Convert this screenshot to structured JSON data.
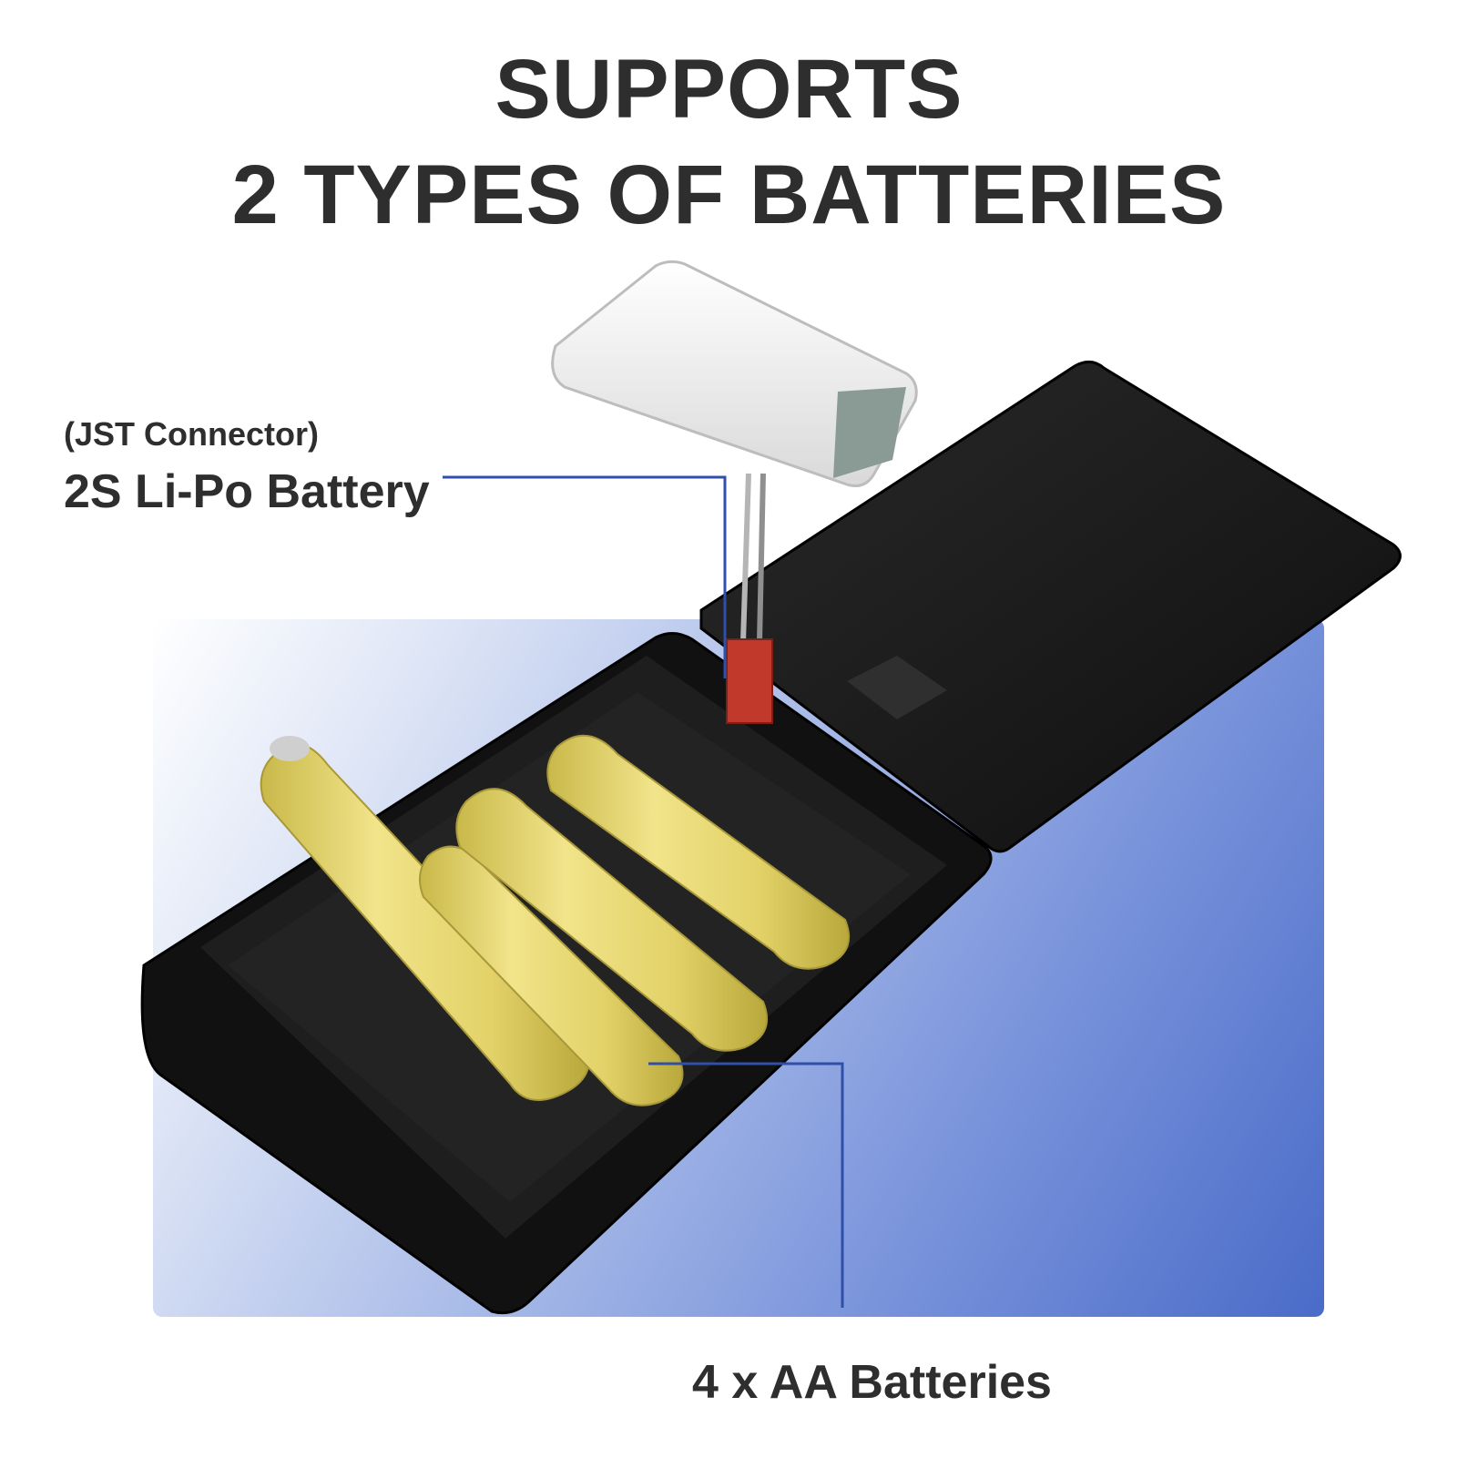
{
  "headline": {
    "line1": "SUPPORTS",
    "line2": "2 TYPES OF BATTERIES"
  },
  "callouts": {
    "lipo_connector": "(JST Connector)",
    "lipo_battery": "2S Li-Po Battery",
    "aa_batteries": "4 x AA Batteries"
  },
  "colors": {
    "text": "#2e2e2e",
    "callout_line": "#2f4fa8",
    "aa_battery": "#e4d56a",
    "case": "#151515",
    "lipo": "#f3f3f3",
    "connector": "#c0392b"
  }
}
